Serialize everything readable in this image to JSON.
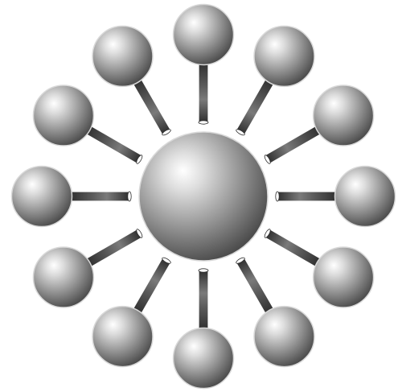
{
  "diagram": {
    "kind": "molecular-structure",
    "center_atom_count": 1,
    "peripheral_atom_count": 12,
    "bond_count": 12,
    "colors": {
      "background": "#ffffff",
      "atom_highlight": "#ffffff",
      "atom_mid": "#9b9b9b",
      "atom_edge": "#4d4d4d",
      "atom_outline": "#d9d9d9",
      "bond_fill": "#5a5a5a",
      "bond_light": "#7a7a7a",
      "bond_edge": "#2f2f2f",
      "bond_outline": "#ffffff"
    }
  }
}
